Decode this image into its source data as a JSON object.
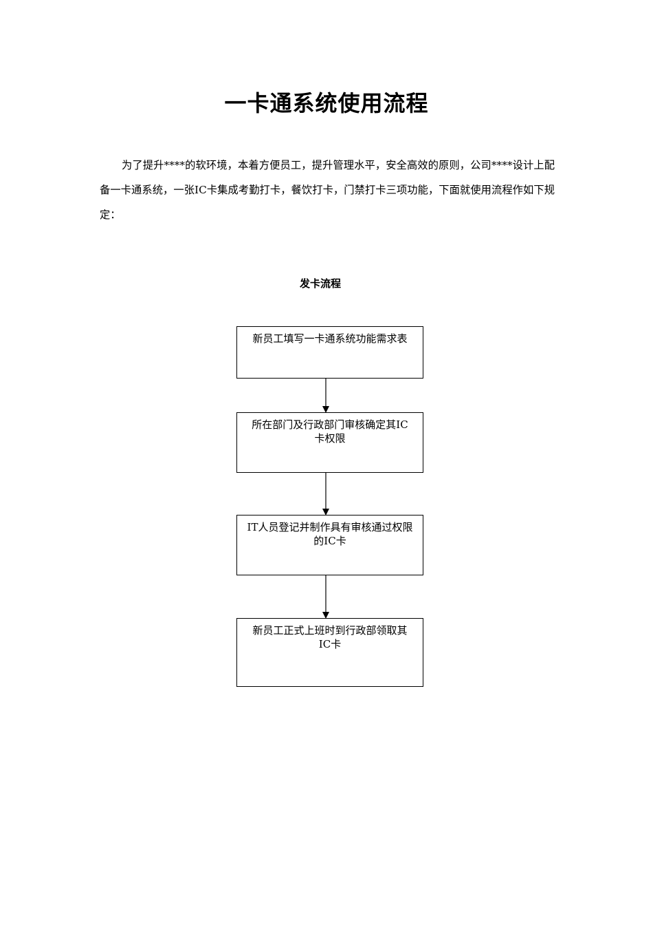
{
  "document": {
    "title": "一卡通系统使用流程",
    "intro": "为了提升****的软环境，本着方便员工，提升管理水平，安全高效的原则，公司****设计上配备一卡通系统，一张IC卡集成考勤打卡，餐饮打卡，门禁打卡三项功能，下面就使用流程作如下规定："
  },
  "flowchart": {
    "heading": "发卡流程",
    "steps": [
      {
        "text": "新员工填写一卡通系统功能需求表"
      },
      {
        "text": "所在部门及行政部门审核确定其IC卡权限"
      },
      {
        "text": "IT人员登记并制作具有审核通过权限的IC卡"
      },
      {
        "text": "新员工正式上班时到行政部领取其IC卡"
      }
    ]
  }
}
